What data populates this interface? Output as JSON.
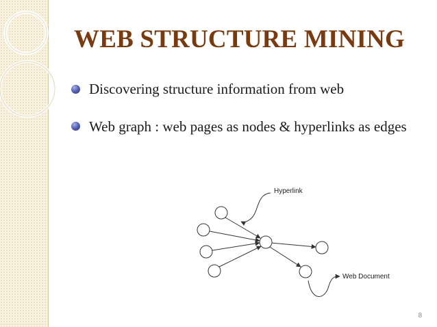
{
  "slide": {
    "title": "WEB STRUCTURE MINING",
    "bullets": [
      {
        "text": "Discovering structure information from web"
      },
      {
        "text": "Web graph : web pages as nodes & hyperlinks as edges"
      }
    ],
    "diagram": {
      "hyperlink_label": "Hyperlink",
      "document_label": "Web Document"
    },
    "page_number": "8"
  },
  "colors": {
    "title": "#7a3a10",
    "band": "#f8f1de",
    "bullet": "#4a56a8"
  }
}
